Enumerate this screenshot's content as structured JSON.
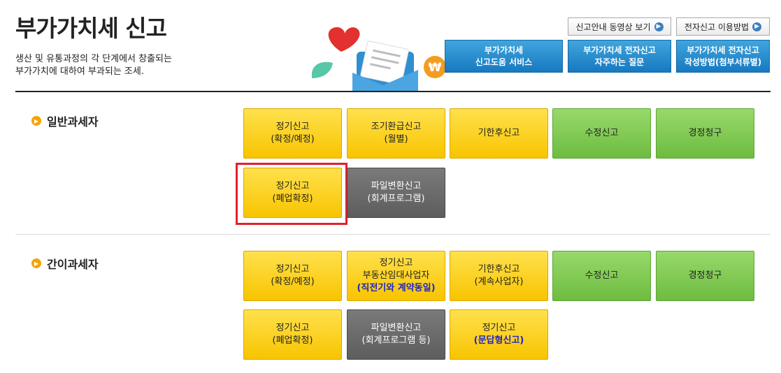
{
  "header": {
    "title": "부가가치세 신고",
    "desc_line1": "생산 및 유통과정의 각 단계에서 창출되는",
    "desc_line2": "부가가치에 대하여 부과되는 조세."
  },
  "top_links": {
    "video": "신고안내 동영상 보기",
    "howto": "전자신고 이용방법"
  },
  "blue_buttons": [
    {
      "line1": "부가가치세",
      "line2": "신고도움 서비스"
    },
    {
      "line1": "부가가치세 전자신고",
      "line2": "자주하는 질문"
    },
    {
      "line1": "부가가치세 전자신고",
      "line2": "작성방법(첨부서류별)"
    }
  ],
  "general": {
    "label": "일반과세자",
    "tiles": [
      {
        "line1": "정기신고",
        "line2": "(확정/예정)",
        "color": "yellow"
      },
      {
        "line1": "조기환급신고",
        "line2": "(월별)",
        "color": "yellow"
      },
      {
        "line1": "기한후신고",
        "line2": "",
        "color": "yellow"
      },
      {
        "line1": "수정신고",
        "line2": "",
        "color": "green"
      },
      {
        "line1": "경정청구",
        "line2": "",
        "color": "green"
      },
      {
        "line1": "정기신고",
        "line2": "(폐업확정)",
        "color": "yellow"
      },
      {
        "line1": "파일변환신고",
        "line2": "(회계프로그램)",
        "color": "gray"
      }
    ]
  },
  "simplified": {
    "label": "간이과세자",
    "tiles": [
      {
        "line1": "정기신고",
        "line2": "(확정/예정)",
        "color": "yellow"
      },
      {
        "line1": "정기신고",
        "line2": "부동산임대사업자",
        "line3": "(직전기와 계약동일)",
        "color": "yellow"
      },
      {
        "line1": "기한후신고",
        "line2": "(계속사업자)",
        "color": "yellow"
      },
      {
        "line1": "수정신고",
        "line2": "",
        "color": "green"
      },
      {
        "line1": "경정청구",
        "line2": "",
        "color": "green"
      },
      {
        "line1": "정기신고",
        "line2": "(폐업확정)",
        "color": "yellow"
      },
      {
        "line1": "파일변환신고",
        "line2": "(회계프로그램 등)",
        "color": "gray"
      },
      {
        "line1": "정기신고",
        "line2": "(문답형신고)",
        "color": "yellow"
      }
    ]
  }
}
